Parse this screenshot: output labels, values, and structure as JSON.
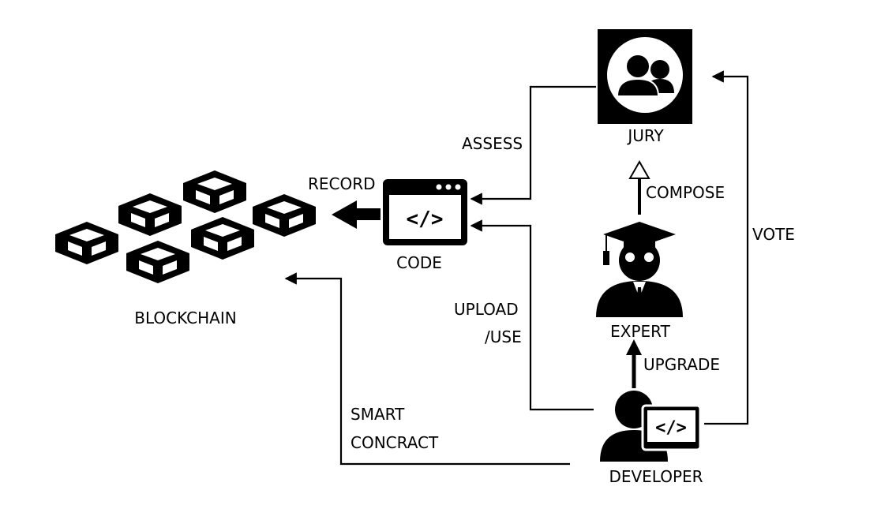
{
  "nodes": {
    "blockchain": "BLOCKCHAIN",
    "code": "CODE",
    "jury": "JURY",
    "expert": "EXPERT",
    "developer": "DEVELOPER"
  },
  "edges": {
    "record": "RECORD",
    "assess": "ASSESS",
    "compose": "COMPOSE",
    "vote": "VOTE",
    "upload_line1": "UPLOAD",
    "upload_line2": "/USE",
    "upgrade": "UPGRADE",
    "smart_line1": "SMART",
    "smart_line2": "CONCRACT"
  },
  "code_icon_text": "</>",
  "developer_icon_text": "</>"
}
